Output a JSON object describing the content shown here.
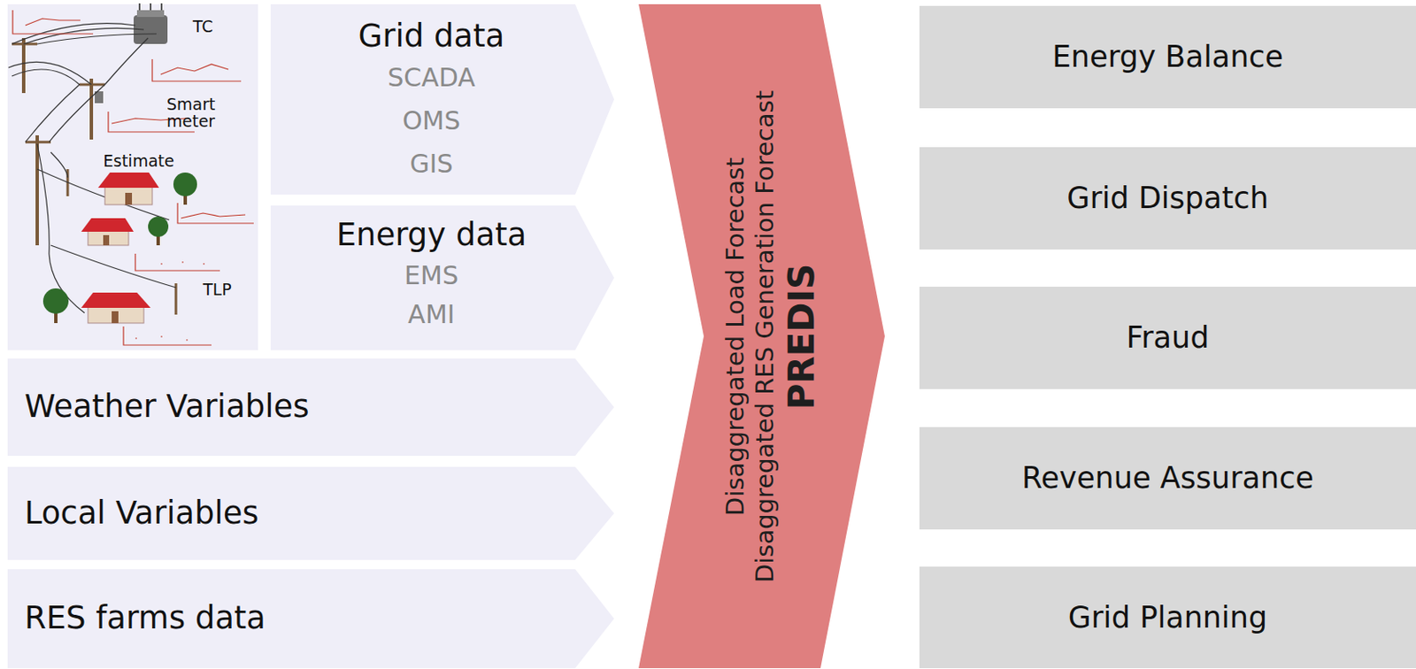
{
  "diagram": {
    "nodes": [
      {
        "text": [
          "Grid data",
          "SCADA",
          "OMS",
          "GIS"
        ]
      },
      {
        "text": [
          "Energy data",
          "EMS",
          "AMI"
        ]
      },
      {
        "text": [
          "Weather Variables"
        ]
      },
      {
        "text": [
          "Local Variables"
        ]
      },
      {
        "text": [
          "RES farms data"
        ]
      },
      {
        "text": [
          "Disaggregated Load Forecast",
          "Disaggregated RES Generation Forecast",
          "PREDIS"
        ]
      },
      {
        "text": [
          "Energy Balance"
        ]
      },
      {
        "text": [
          "Grid Dispatch"
        ]
      },
      {
        "text": [
          "Fraud"
        ]
      },
      {
        "text": [
          "Revenue Assurance"
        ]
      },
      {
        "text": [
          "Grid Planning"
        ]
      }
    ],
    "labels": [
      "TC",
      "Smart meter",
      "Estimate",
      "TLP"
    ]
  }
}
